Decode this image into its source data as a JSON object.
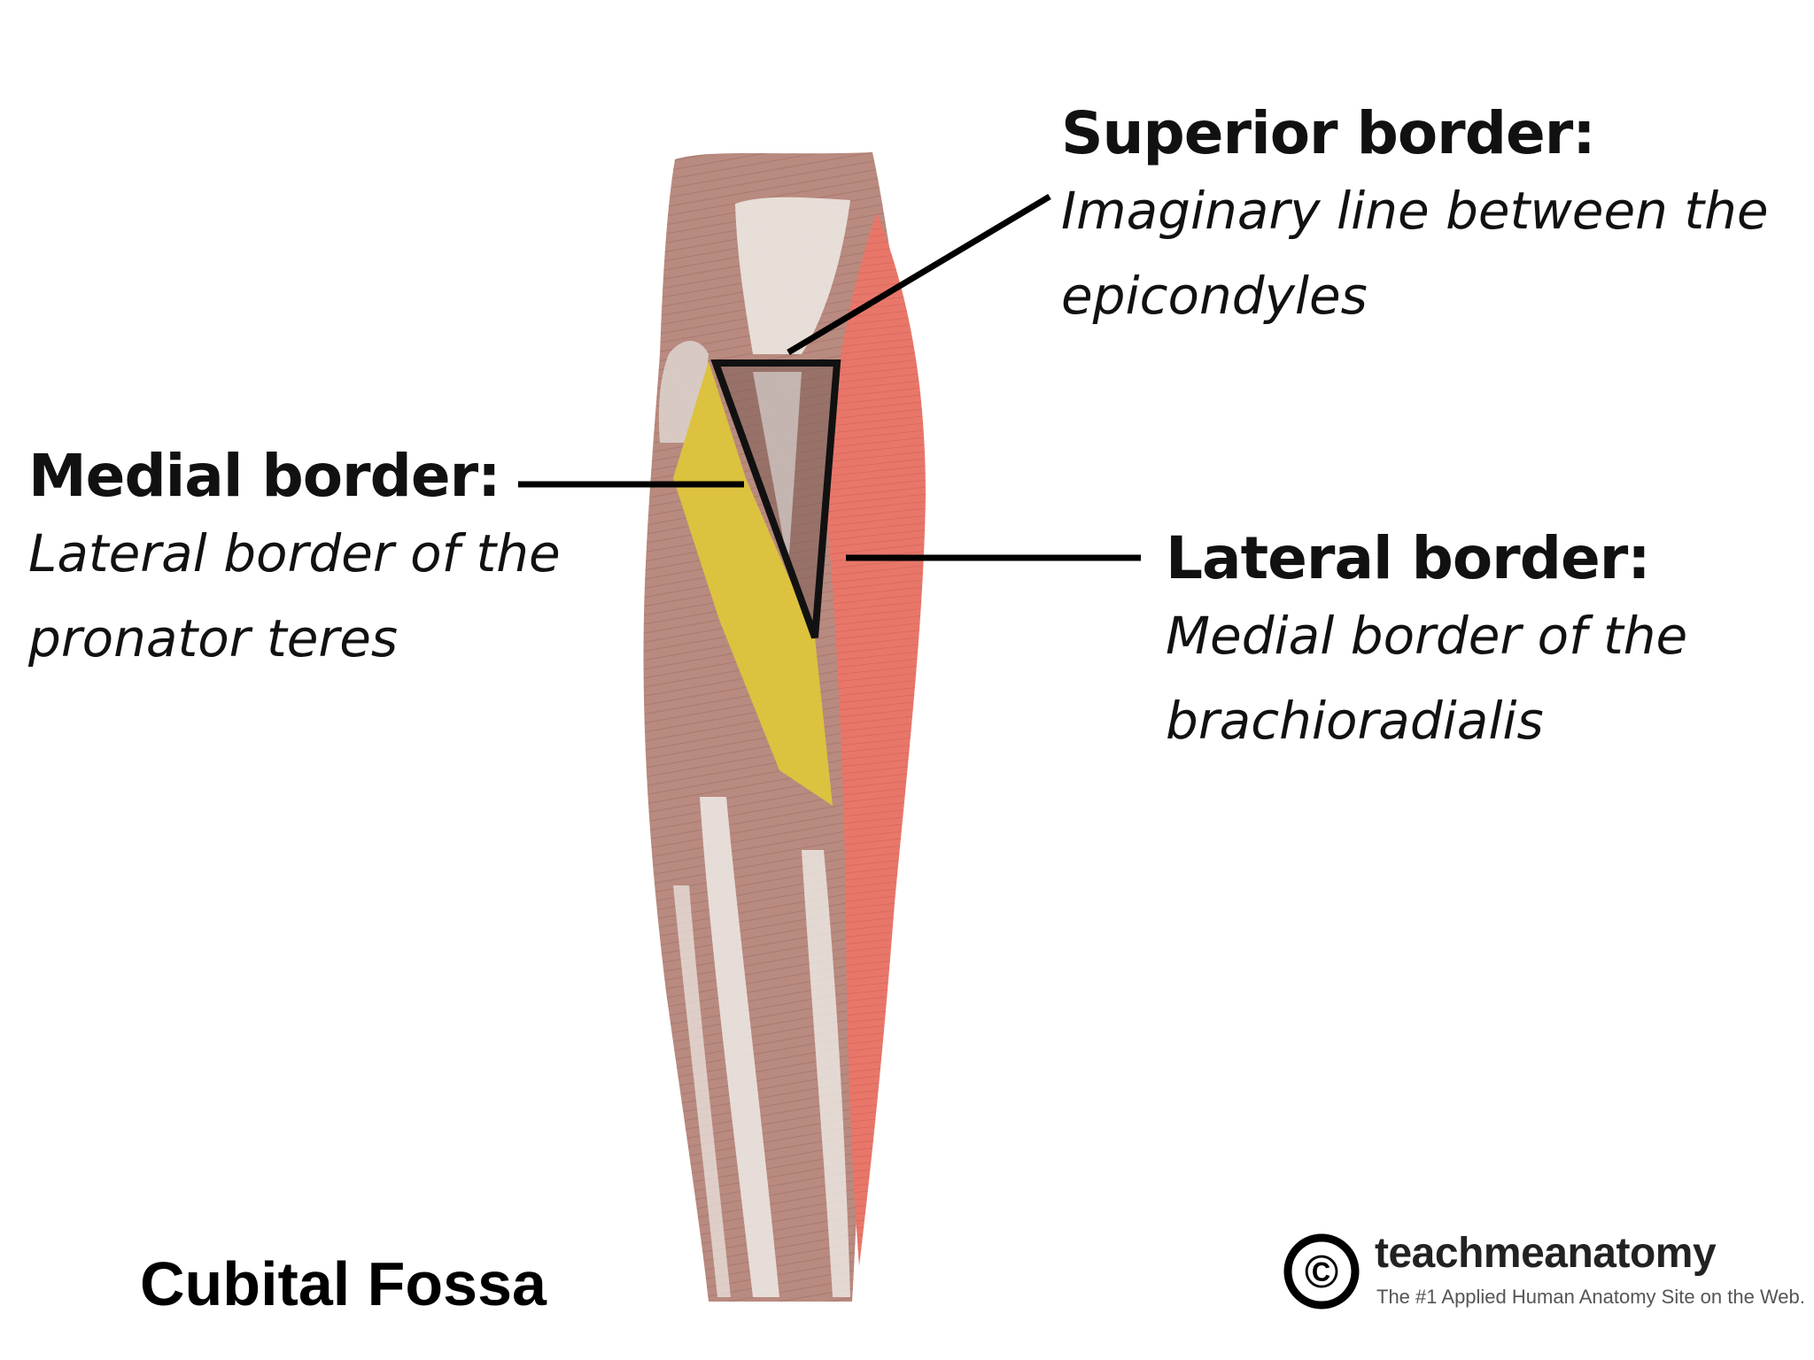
{
  "title": "Cubital Fossa",
  "labels": {
    "superior": {
      "heading": "Superior border:",
      "line1": "Imaginary line between the",
      "line2": "epicondyles"
    },
    "medial": {
      "heading": "Medial border:",
      "line1": "Lateral border of the",
      "line2": "pronator teres"
    },
    "lateral": {
      "heading": "Lateral border:",
      "line1": "Medial border of the",
      "line2": "brachioradialis"
    }
  },
  "logo": {
    "name": "teachmeanatomy",
    "tagline": "The #1 Applied Human Anatomy Site on the Web.",
    "mark": "©"
  },
  "colors": {
    "muscle_general": "#b98a7f",
    "tendon": "#e9e4df",
    "pronator_teres": "#dcc23e",
    "brachioradialis": "#e8776a",
    "fossa_outline": "#111111",
    "background": "#ffffff"
  }
}
